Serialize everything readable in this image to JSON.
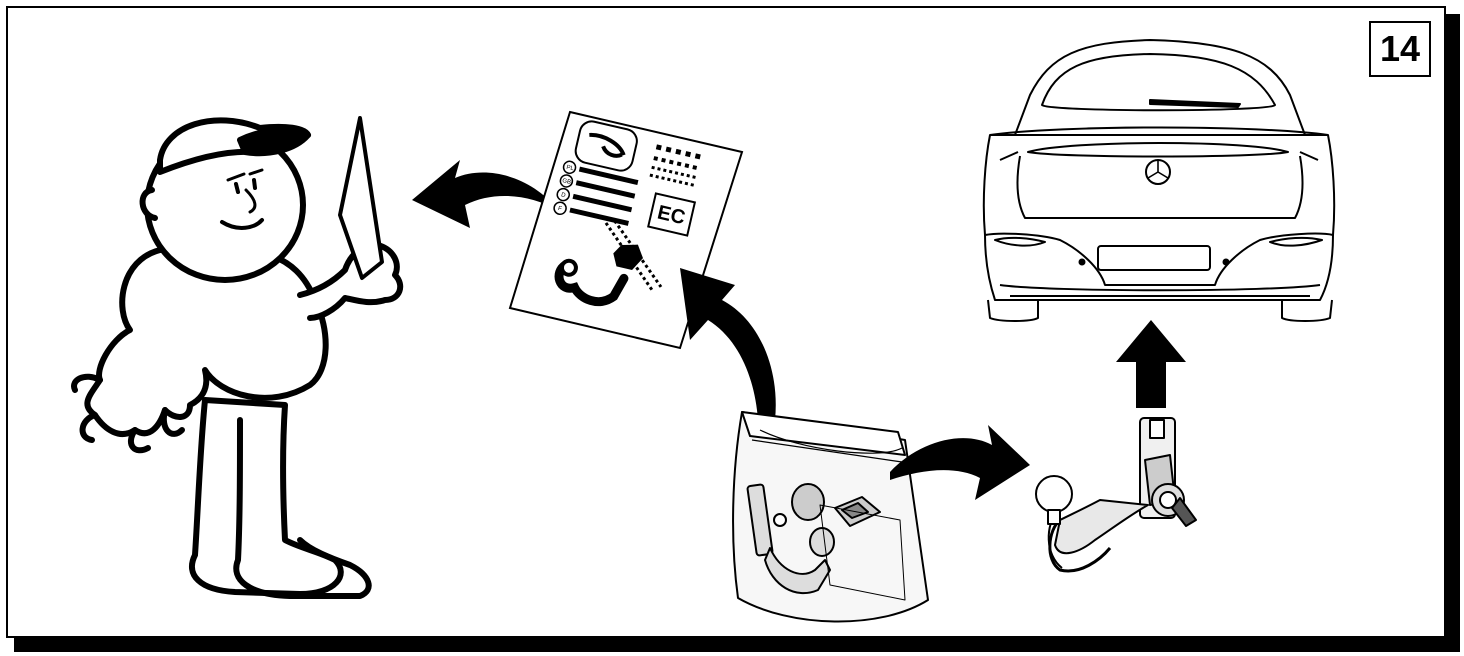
{
  "step": {
    "number": "14"
  },
  "certificate": {
    "mark": "EC",
    "languages": [
      "PL",
      "GB",
      "D",
      "F"
    ]
  },
  "colors": {
    "ink": "#000000",
    "paper": "#ffffff",
    "bag_tint": "#f2f2f2",
    "part_grey": "#9a9a9a"
  }
}
